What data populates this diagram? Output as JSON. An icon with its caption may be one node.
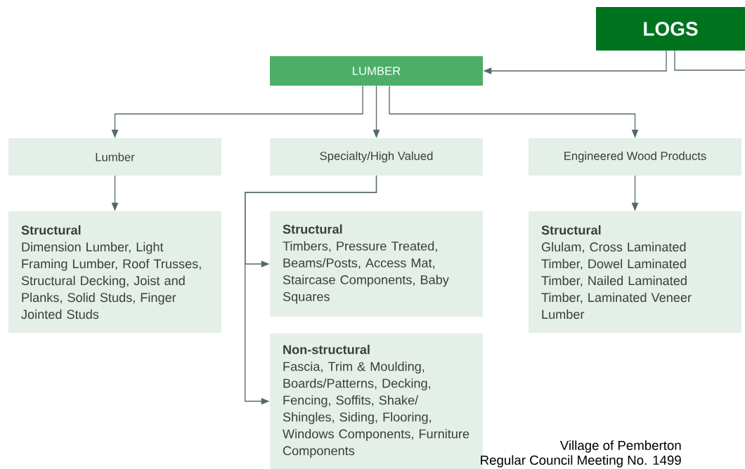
{
  "diagram": {
    "nodes": [
      {
        "text": [
          "LOGS"
        ]
      },
      {
        "text": [
          "LUMBER"
        ]
      },
      {
        "text": [
          "Lumber"
        ]
      },
      {
        "text": [
          "Specialty/High Valued"
        ]
      },
      {
        "text": [
          "Engineered Wood Products"
        ]
      },
      {
        "text": [
          "Structural",
          "Dimension Lumber, Light Framing Lumber, Roof Trusses, Structural Decking, Joist and Planks, Solid Studs, Finger Jointed Studs"
        ]
      },
      {
        "text": [
          "Structural",
          "Timbers, Pressure Treated, Beams/Posts, Access Mat, Staircase Components, Baby Squares"
        ]
      },
      {
        "text": [
          "Non-structural",
          "Fascia, Trim & Moulding, Boards/Patterns, Decking, Fencing, Soffits, Shake/ Shingles, Siding, Flooring, Windows Components, Furniture Components"
        ]
      },
      {
        "text": [
          "Structural",
          "Glulam, Cross Laminated Timber, Dowel Laminated Timber, Nailed Laminated Timber, Laminated Veneer Lumber"
        ]
      }
    ],
    "edges": [
      {
        "from": 0,
        "to": 1,
        "arrow": "to"
      },
      {
        "from": 0,
        "to": null,
        "arrow": "none"
      },
      {
        "from": 1,
        "to": 2,
        "arrow": "to"
      },
      {
        "from": 1,
        "to": 3,
        "arrow": "to"
      },
      {
        "from": 1,
        "to": 4,
        "arrow": "to"
      },
      {
        "from": 2,
        "to": 5,
        "arrow": "to"
      },
      {
        "from": 3,
        "to": 6,
        "arrow": "to"
      },
      {
        "from": 3,
        "to": 7,
        "arrow": "to"
      },
      {
        "from": 4,
        "to": 8,
        "arrow": "to"
      }
    ],
    "labels": [
      "Village of Pemberton",
      "Regular Council Meeting No. 1499"
    ]
  }
}
